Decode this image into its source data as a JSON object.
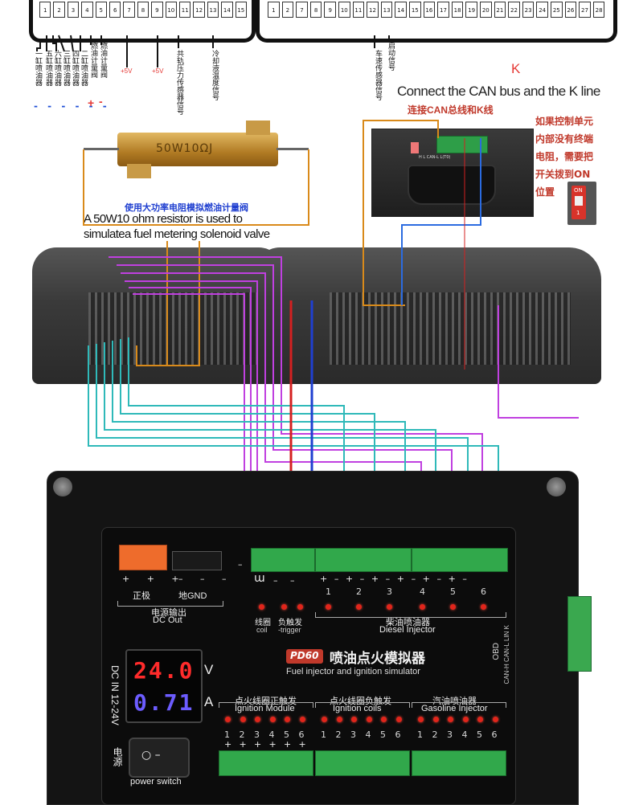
{
  "connector_left": {
    "pins": [
      "1",
      "2",
      "3",
      "4",
      "5",
      "6",
      "7",
      "8",
      "9",
      "10",
      "11",
      "12",
      "13",
      "14",
      "15"
    ],
    "labels": [
      "一缸喷油器",
      "五缸喷油器",
      "六缸喷油器",
      "三缸喷油器",
      "四缸喷油器",
      "二缸喷油器",
      "燃油计量阀",
      "燃油计量阀",
      "+5V",
      "+5V",
      "共轨压力传感器信号",
      "冷却液温度信号"
    ],
    "sign_plus": "+",
    "sign_minus": "-"
  },
  "connector_right": {
    "pins": [
      "1",
      "2",
      "7",
      "8",
      "9",
      "10",
      "11",
      "12",
      "13",
      "14",
      "15",
      "16",
      "17",
      "18",
      "19",
      "20",
      "21",
      "22",
      "23",
      "24",
      "25",
      "26",
      "27",
      "28"
    ],
    "labels": [
      "车速传感器信号",
      "启动信号"
    ]
  },
  "k_label": "K",
  "can_title_en": "Connect the CAN bus and the K line",
  "can_title_cn": "连接CAN总线和K线",
  "terminator_note": [
    "如果控制单元",
    "内部没有终端",
    "电阻，需要把",
    "开关拨到ON",
    "位置"
  ],
  "resistor": {
    "marking": "50W10ΩJ",
    "caption_cn": "使用大功率电阻模拟燃油计量阀",
    "caption_en_line1": "A 50W10 ohm resistor is used to",
    "caption_en_line2": "simulatea fuel metering solenoid valve"
  },
  "obd_board": {
    "pin_labels": "H  L  CAN-L  L(T0)"
  },
  "switch_labels": {
    "on": "ON",
    "num": "1"
  },
  "simulator": {
    "power_out_pos": "正极",
    "power_out_gnd": "地GND",
    "power_out_cn": "电源输出",
    "power_out_en": "DC Out",
    "coil_cn": "线圈",
    "coil_en": "coil",
    "trigger_cn": "负触发",
    "trigger_en": "-trigger",
    "diesel_cn": "柴油喷油器",
    "diesel_en": "Diesel Injector",
    "diesel_numbers": [
      "1",
      "2",
      "3",
      "4",
      "5",
      "6"
    ],
    "badge": "PD60",
    "title_cn": "喷油点火模拟器",
    "title_en": "Fuel injector and ignition simulator",
    "obd_label": "OBD",
    "obd_pins": "CAN-H  CAN-L  LIN  K",
    "dc_in": "DC IN 12-24V",
    "voltage": "24.0",
    "voltage_unit": "V",
    "current": "0.71",
    "current_unit": "A",
    "ign_module_cn": "点火线圈正触发",
    "ign_module_en": "Ignition Module",
    "ign_coils_cn": "点火线圈负触发",
    "ign_coils_en": "Ignition coils",
    "gas_cn": "汽油喷油器",
    "gas_en": "Gasoline Injector",
    "group_numbers": [
      "1",
      "2",
      "3",
      "4",
      "5",
      "6"
    ],
    "power_cn": "电源",
    "power_switch": "power switch"
  },
  "colors": {
    "magenta": "#c040e0",
    "cyan": "#2fb9b9",
    "orange": "#d98a1a",
    "red": "#d42020",
    "blue": "#1f3fd0",
    "terminal_green": "#2ea84a"
  }
}
